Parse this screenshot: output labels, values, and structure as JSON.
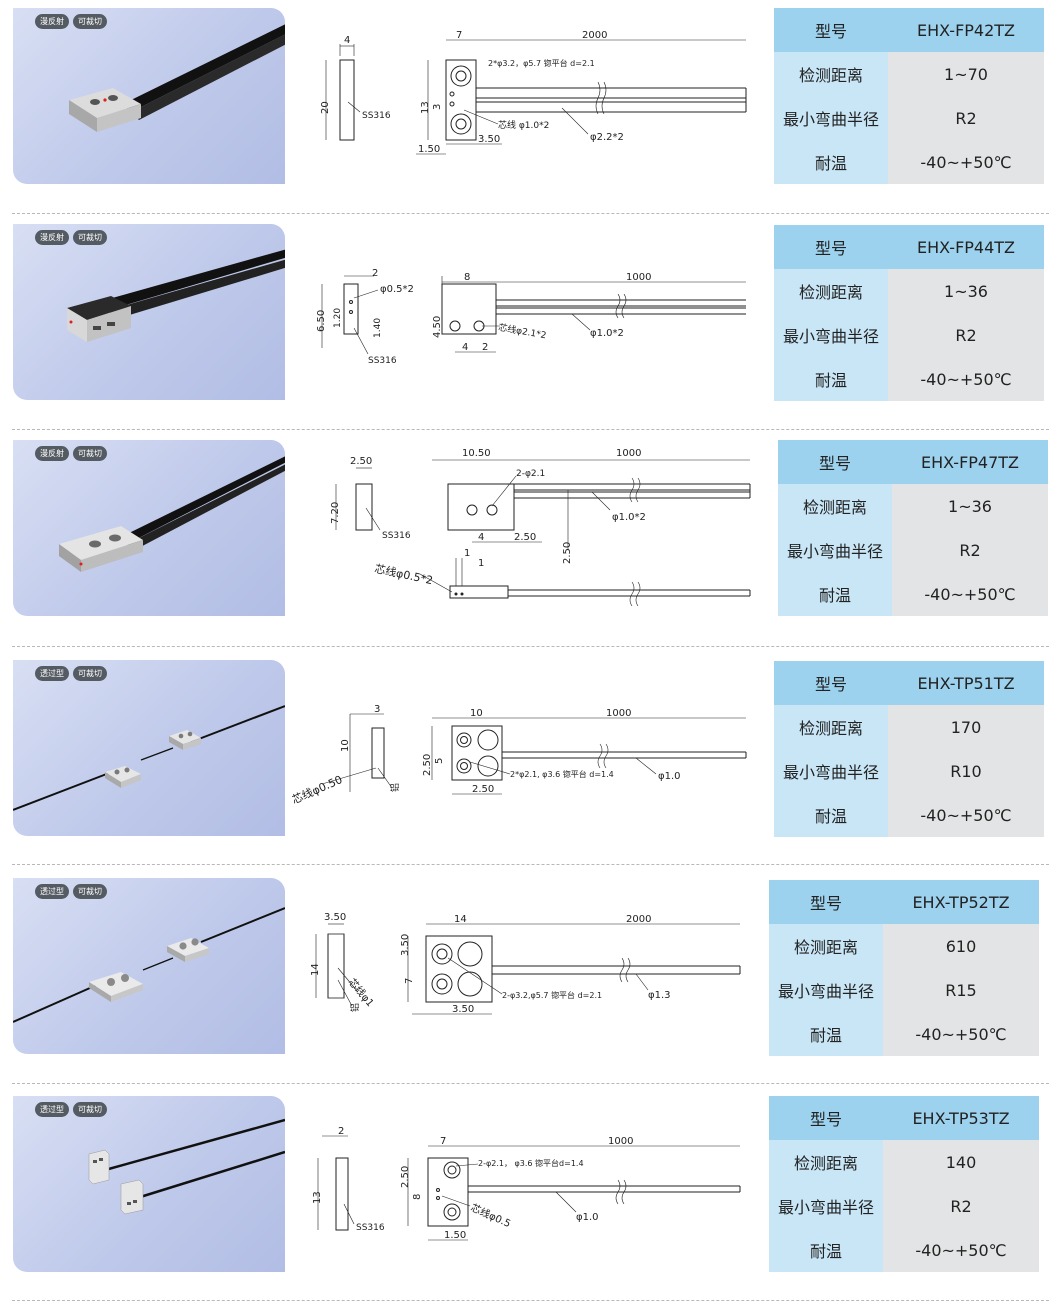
{
  "products": [
    {
      "tags": [
        "漫反射",
        "可裁切"
      ],
      "specs": [
        {
          "label": "型号",
          "value": "EHX-FP42TZ"
        },
        {
          "label": "检测距离",
          "value": "1~70"
        },
        {
          "label": "最小弯曲半径",
          "value": "R2"
        },
        {
          "label": "耐温",
          "value": "-40~+50℃"
        }
      ],
      "dims": {
        "d1": "4",
        "d2": "20",
        "d3": "SS316",
        "d4": "7",
        "d5": "2000",
        "d6": "2*φ3.2，φ5.7 锪平台 d=2.1",
        "d7": "13",
        "d8": "3",
        "d9": "芯线 φ1.0*2",
        "d10": "φ2.2*2",
        "d11": "1.50",
        "d12": "3.50"
      }
    },
    {
      "tags": [
        "漫反射",
        "可裁切"
      ],
      "specs": [
        {
          "label": "型号",
          "value": "EHX-FP44TZ"
        },
        {
          "label": "检测距离",
          "value": "1~36"
        },
        {
          "label": "最小弯曲半径",
          "value": "R2"
        },
        {
          "label": "耐温",
          "value": "-40~+50℃"
        }
      ],
      "dims": {
        "d1": "2",
        "d2": "φ0.5*2",
        "d3": "6.50",
        "d4": "1.20",
        "d5": "1.40",
        "d6": "SS316",
        "d7": "8",
        "d8": "1000",
        "d9": "4.50",
        "d10": "芯线φ2.1*2",
        "d11": "φ1.0*2",
        "d12": "4",
        "d13": "2"
      }
    },
    {
      "tags": [
        "漫反射",
        "可裁切"
      ],
      "specs": [
        {
          "label": "型号",
          "value": "EHX-FP47TZ"
        },
        {
          "label": "检测距离",
          "value": "1~36"
        },
        {
          "label": "最小弯曲半径",
          "value": "R2"
        },
        {
          "label": "耐温",
          "value": "-40~+50℃"
        }
      ],
      "dims": {
        "d1": "2.50",
        "d2": "7.20",
        "d3": "SS316",
        "d4": "10.50",
        "d5": "1000",
        "d6": "2-φ2.1",
        "d7": "φ1.0*2",
        "d8": "4",
        "d9": "2.50",
        "d10": "2.50",
        "d11": "1",
        "d12": "1",
        "d13": "芯线φ0.5*2"
      }
    },
    {
      "tags": [
        "透过型",
        "可裁切"
      ],
      "specs": [
        {
          "label": "型号",
          "value": "EHX-TP51TZ"
        },
        {
          "label": "检测距离",
          "value": "170"
        },
        {
          "label": "最小弯曲半径",
          "value": "R10"
        },
        {
          "label": "耐温",
          "value": "-40~+50℃"
        }
      ],
      "dims": {
        "d1": "3",
        "d2": "10",
        "d3": "芯线φ0.50",
        "d4": "铝",
        "d5": "10",
        "d6": "1000",
        "d7": "2.50",
        "d8": "5",
        "d9": "2*φ2.1, φ3.6 锪平台 d=1.4",
        "d10": "φ1.0",
        "d11": "2.50"
      }
    },
    {
      "tags": [
        "透过型",
        "可裁切"
      ],
      "specs": [
        {
          "label": "型号",
          "value": "EHX-TP52TZ"
        },
        {
          "label": "检测距离",
          "value": "610"
        },
        {
          "label": "最小弯曲半径",
          "value": "R15"
        },
        {
          "label": "耐温",
          "value": "-40~+50℃"
        }
      ],
      "dims": {
        "d1": "3.50",
        "d2": "14",
        "d3": "芯线φ1",
        "d4": "铝",
        "d5": "14",
        "d6": "2000",
        "d7": "3.50",
        "d8": "7",
        "d9": "2-φ3.2,φ5.7 锪平台 d=2.1",
        "d10": "φ1.3",
        "d11": "3.50"
      }
    },
    {
      "tags": [
        "透过型",
        "可裁切"
      ],
      "specs": [
        {
          "label": "型号",
          "value": "EHX-TP53TZ"
        },
        {
          "label": "检测距离",
          "value": "140"
        },
        {
          "label": "最小弯曲半径",
          "value": "R2"
        },
        {
          "label": "耐温",
          "value": "-40~+50℃"
        }
      ],
      "dims": {
        "d1": "2",
        "d2": "13",
        "d3": "SS316",
        "d4": "7",
        "d5": "1000",
        "d6": "2-φ2.1， φ3.6 锪平台d=1.4",
        "d7": "2.50",
        "d8": "8",
        "d9": "芯线φ0.5",
        "d10": "φ1.0",
        "d11": "1.50"
      }
    }
  ]
}
